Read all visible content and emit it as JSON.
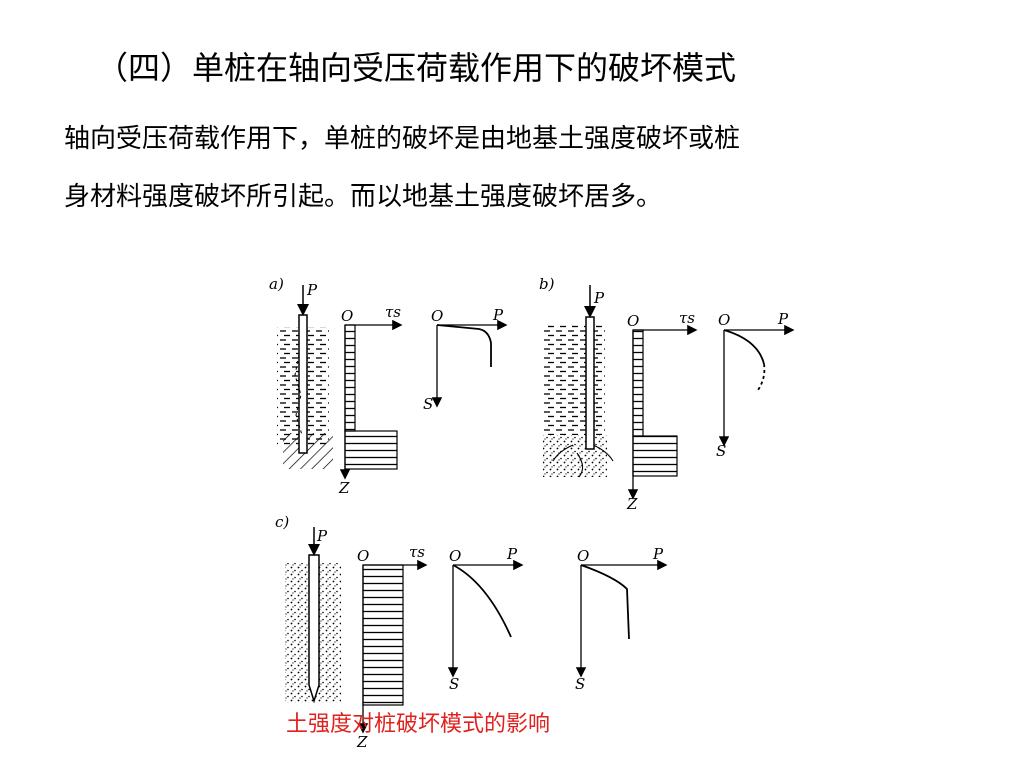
{
  "slide": {
    "title": "（四）单桩在轴向受压荷载作用下的破坏模式",
    "body_lines": [
      "轴向受压荷载作用下，单桩的破坏是由地基土强度破坏或桩",
      "身材料强度破坏所引起。而以地基土强度破坏居多。"
    ]
  },
  "figure": {
    "panels": {
      "a": {
        "tag": "a)",
        "load": "P",
        "origin": "O",
        "tau": "τs",
        "depth": "Z",
        "curve_load": "P",
        "curve_origin": "O",
        "settlement": "S"
      },
      "b": {
        "tag": "b)",
        "load": "P",
        "origin": "O",
        "tau": "τs",
        "depth": "Z",
        "curve_load": "P",
        "curve_origin": "O",
        "settlement": "S"
      },
      "c": {
        "tag": "c)",
        "load": "P",
        "origin": "O",
        "tau": "τs",
        "depth": "Z",
        "curve1_load": "P",
        "curve1_origin": "O",
        "settlement1": "S",
        "curve2_load": "P",
        "curve2_origin": "O",
        "settlement2": "S"
      }
    },
    "caption": "土强度对桩破坏模式的影响",
    "caption_color": "#e0221e"
  }
}
